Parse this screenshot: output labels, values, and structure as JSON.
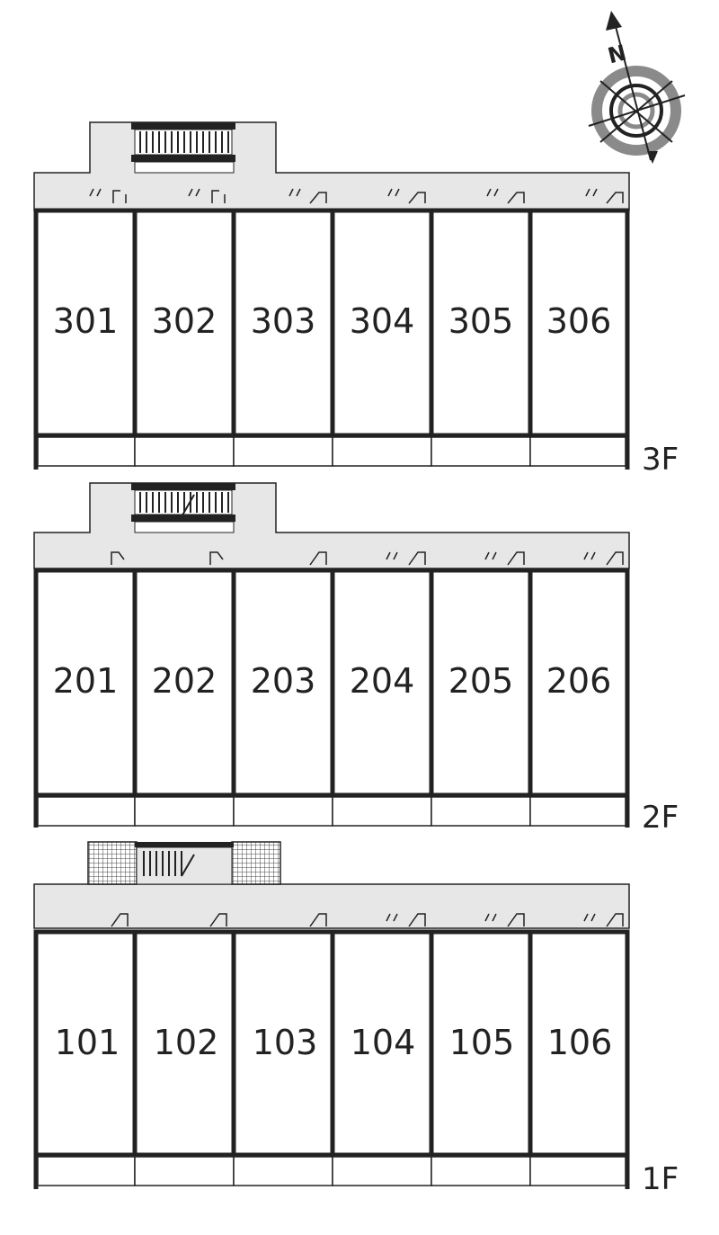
{
  "compass": {
    "label": "N",
    "icon": "compass-icon"
  },
  "floors": [
    {
      "id": "3F",
      "label": "3F",
      "units": [
        "301",
        "302",
        "303",
        "304",
        "305",
        "306"
      ]
    },
    {
      "id": "2F",
      "label": "2F",
      "units": [
        "201",
        "202",
        "203",
        "204",
        "205",
        "206"
      ]
    },
    {
      "id": "1F",
      "label": "1F",
      "units": [
        "101",
        "102",
        "103",
        "104",
        "105",
        "106"
      ]
    }
  ],
  "colors": {
    "corridor": "#e7e7e7",
    "wall": "#222222",
    "compass_ring": "#8a8a8a"
  }
}
